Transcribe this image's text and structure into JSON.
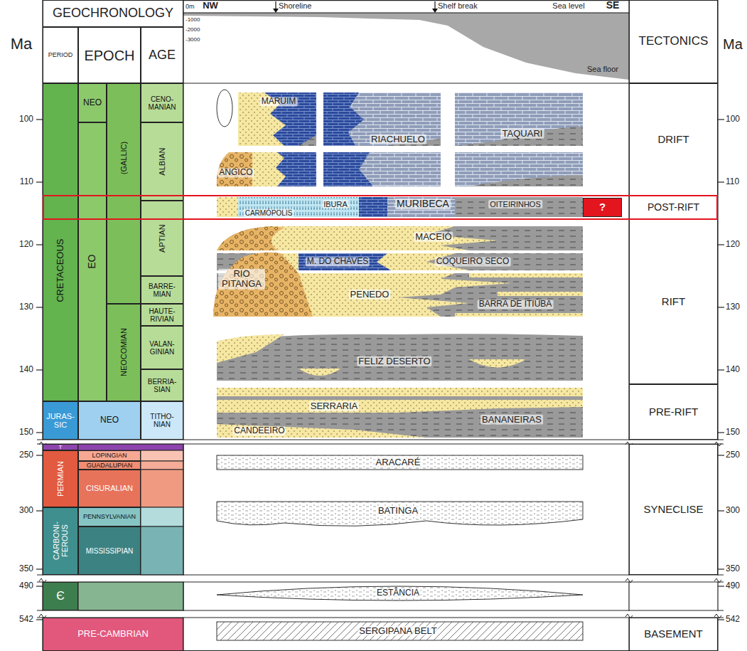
{
  "diagram": {
    "nodes": [
      {
        "text": [
          "GEOCHRONOLOGY"
        ]
      },
      {
        "text": [
          "PERIOD"
        ]
      },
      {
        "text": [
          "EPOCH"
        ]
      },
      {
        "text": [
          "AGE"
        ]
      },
      {
        "text": [
          "TECTONICS"
        ]
      },
      {
        "text": [
          "CRETACEOUS"
        ]
      },
      {
        "text": [
          "NEO"
        ]
      },
      {
        "text": [
          "EO"
        ]
      },
      {
        "text": [
          "(GALLIC)"
        ]
      },
      {
        "text": [
          "NEOCOMIAN"
        ]
      },
      {
        "text": [
          "CENO- MANIAN"
        ]
      },
      {
        "text": [
          "ALBIAN"
        ]
      },
      {
        "text": [
          "APTIAN"
        ]
      },
      {
        "text": [
          "BARRE- MIAN"
        ]
      },
      {
        "text": [
          "HAUTE- RIVIAN"
        ]
      },
      {
        "text": [
          "VALAN- GINIAN"
        ]
      },
      {
        "text": [
          "BERRIA- SIAN"
        ]
      },
      {
        "text": [
          "JURAS- SIC"
        ]
      },
      {
        "text": [
          "NEO"
        ]
      },
      {
        "text": [
          "TITHO- NIAN"
        ]
      },
      {
        "text": [
          "T"
        ]
      },
      {
        "text": [
          "PERMIAN"
        ]
      },
      {
        "text": [
          "LOPINGIAN"
        ]
      },
      {
        "text": [
          "GUADALUPIAN"
        ]
      },
      {
        "text": [
          "CISURALIAN"
        ]
      },
      {
        "text": [
          "CARBONI- FEROUS"
        ]
      },
      {
        "text": [
          "PENNSYLVANIAN"
        ]
      },
      {
        "text": [
          "MISSISSIPIAN"
        ]
      },
      {
        "text": [
          "Є"
        ]
      },
      {
        "text": [
          "PRE-CAMBRIAN"
        ]
      },
      {
        "text": [
          "DRIFT"
        ]
      },
      {
        "text": [
          "POST-RIFT"
        ]
      },
      {
        "text": [
          "RIFT"
        ]
      },
      {
        "text": [
          "PRE-RIFT"
        ]
      },
      {
        "text": [
          "SYNECLISE"
        ]
      },
      {
        "text": [
          "BASEMENT"
        ]
      },
      {
        "text": [
          "?"
        ]
      }
    ],
    "labels": [
      "Ma",
      "0m",
      "-1000",
      "-2000",
      "-3000",
      "NW",
      "Shoreline",
      "Shelf break",
      "Sea level",
      "SE",
      "Sea floor",
      "Ma",
      "100",
      "110",
      "120",
      "130",
      "140",
      "150",
      "250",
      "300",
      "350",
      "490",
      "542",
      "100",
      "110",
      "120",
      "130",
      "140",
      "150",
      "250",
      "300",
      "350",
      "490",
      "542",
      "MARUIM",
      "RIACHUELO",
      "TAQUARI",
      "ANGICO",
      "CARMÓPOLIS",
      "IBURA",
      "MURIBECA",
      "OITEIRINHOS",
      "MACEIÓ",
      "RIO PITANGA",
      "M. DO CHAVES",
      "COQUEIRO SECO",
      "PENEDO",
      "BARRA DE ITIÚBA",
      "FELIZ DESERTO",
      "SERRARIA",
      "BANANEIRAS",
      "CANDEEIRO",
      "ARACARÉ",
      "BATINGA",
      "ESTÂNCIA",
      "SERGIPANA BELT"
    ]
  }
}
